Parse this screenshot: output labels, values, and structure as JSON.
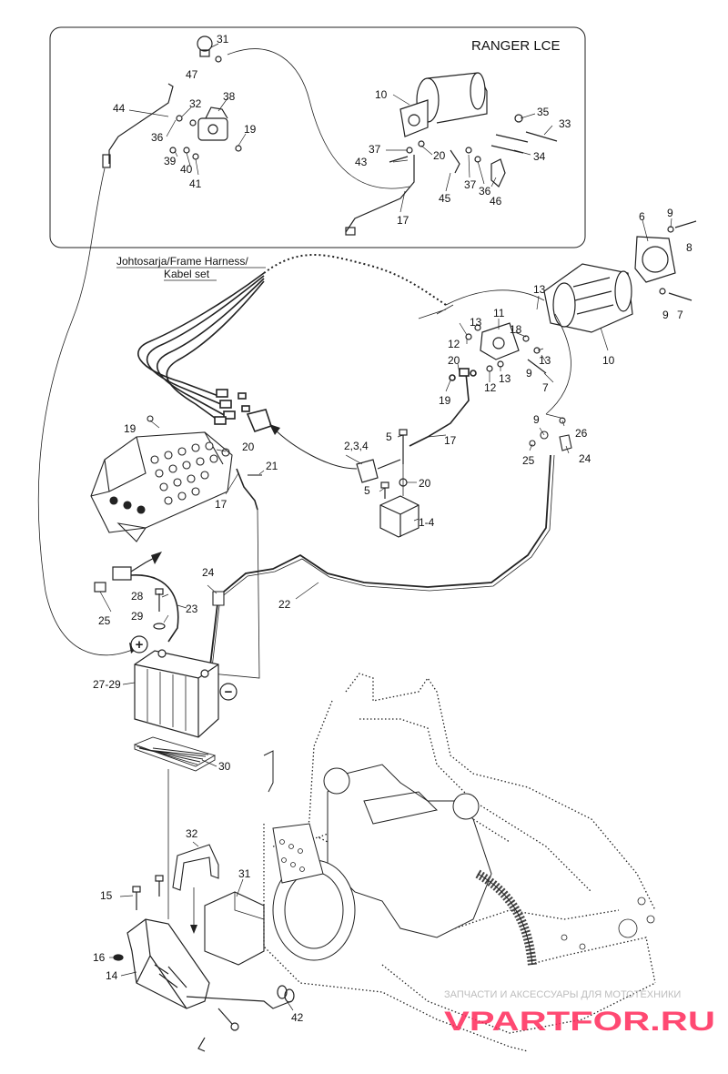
{
  "inset": {
    "title": "RANGER LCE"
  },
  "harness_label": {
    "line1": "Johtosarja/Frame Harness/",
    "line2": "Kabel set"
  },
  "polarity": {
    "plus": "+",
    "minus": "−"
  },
  "callouts": [
    {
      "id": "c31a",
      "text": "31"
    },
    {
      "id": "c47",
      "text": "47"
    },
    {
      "id": "c44",
      "text": "44"
    },
    {
      "id": "c32a",
      "text": "32"
    },
    {
      "id": "c38",
      "text": "38"
    },
    {
      "id": "c36a",
      "text": "36"
    },
    {
      "id": "c39",
      "text": "39"
    },
    {
      "id": "c40",
      "text": "40"
    },
    {
      "id": "c41",
      "text": "41"
    },
    {
      "id": "c19a",
      "text": "19"
    },
    {
      "id": "c10a",
      "text": "10"
    },
    {
      "id": "c35",
      "text": "35"
    },
    {
      "id": "c33",
      "text": "33"
    },
    {
      "id": "c37a",
      "text": "37"
    },
    {
      "id": "c43",
      "text": "43"
    },
    {
      "id": "c20a",
      "text": "20"
    },
    {
      "id": "c34",
      "text": "34"
    },
    {
      "id": "c45",
      "text": "45"
    },
    {
      "id": "c37b",
      "text": "37"
    },
    {
      "id": "c36b",
      "text": "36"
    },
    {
      "id": "c46",
      "text": "46"
    },
    {
      "id": "c17a",
      "text": "17"
    },
    {
      "id": "c6",
      "text": "6"
    },
    {
      "id": "c9a",
      "text": "9"
    },
    {
      "id": "c8",
      "text": "8"
    },
    {
      "id": "c13a",
      "text": "13"
    },
    {
      "id": "c11",
      "text": "11"
    },
    {
      "id": "c13b",
      "text": "13"
    },
    {
      "id": "c12a",
      "text": "12"
    },
    {
      "id": "c18",
      "text": "18"
    },
    {
      "id": "c13c",
      "text": "13"
    },
    {
      "id": "c9b",
      "text": "9"
    },
    {
      "id": "c7a",
      "text": "7"
    },
    {
      "id": "c10b",
      "text": "10"
    },
    {
      "id": "c20b",
      "text": "20"
    },
    {
      "id": "c9c",
      "text": "9"
    },
    {
      "id": "c13d",
      "text": "13"
    },
    {
      "id": "c12b",
      "text": "12"
    },
    {
      "id": "c7b",
      "text": "7"
    },
    {
      "id": "c19b",
      "text": "19"
    },
    {
      "id": "c19c",
      "text": "19"
    },
    {
      "id": "c20c",
      "text": "20"
    },
    {
      "id": "c21",
      "text": "21"
    },
    {
      "id": "c17b",
      "text": "17"
    },
    {
      "id": "c234",
      "text": "2,3,4"
    },
    {
      "id": "c5a",
      "text": "5"
    },
    {
      "id": "c17c",
      "text": "17"
    },
    {
      "id": "c20d",
      "text": "20"
    },
    {
      "id": "c5b",
      "text": "5"
    },
    {
      "id": "c14r",
      "text": "1-4"
    },
    {
      "id": "c9d",
      "text": "9"
    },
    {
      "id": "c26",
      "text": "26"
    },
    {
      "id": "c25a",
      "text": "25"
    },
    {
      "id": "c24a",
      "text": "24"
    },
    {
      "id": "c24b",
      "text": "24"
    },
    {
      "id": "c28",
      "text": "28"
    },
    {
      "id": "c23",
      "text": "23"
    },
    {
      "id": "c29",
      "text": "29"
    },
    {
      "id": "c25b",
      "text": "25"
    },
    {
      "id": "c22",
      "text": "22"
    },
    {
      "id": "c2729",
      "text": "27-29"
    },
    {
      "id": "c30",
      "text": "30"
    },
    {
      "id": "c32b",
      "text": "32"
    },
    {
      "id": "c31b",
      "text": "31"
    },
    {
      "id": "c15",
      "text": "15"
    },
    {
      "id": "c16",
      "text": "16"
    },
    {
      "id": "c14",
      "text": "14"
    },
    {
      "id": "c42",
      "text": "42"
    }
  ],
  "watermark": {
    "caption": "ЗАПЧАСТИ И АКСЕССУАРЫ ДЛЯ МОТОТЕХНИКИ",
    "brand": "VPARTFOR.RU"
  }
}
